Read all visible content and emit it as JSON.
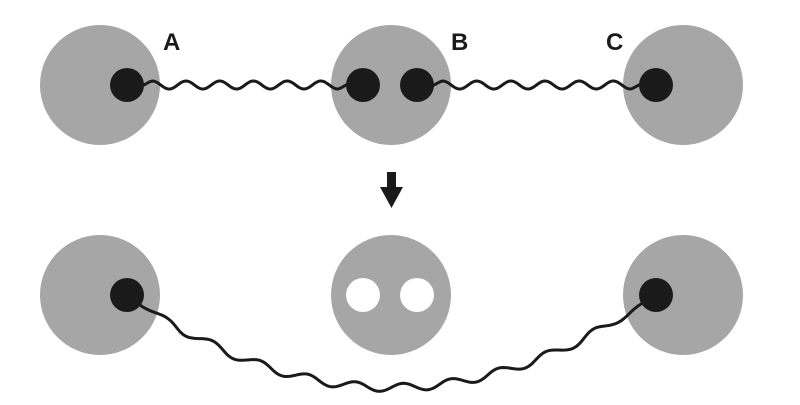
{
  "labels": {
    "a": "A",
    "b": "B",
    "c": "C"
  },
  "colors": {
    "node_fill": "#a6a6a6",
    "dot_fill": "#1a1a1a",
    "empty_dot_fill": "#ffffff",
    "wire_stroke": "#1a1a1a",
    "label_fill": "#1a1a1a",
    "arrow_fill": "#1a1a1a"
  },
  "icons": {
    "transition_arrow": "arrow-down-icon"
  }
}
